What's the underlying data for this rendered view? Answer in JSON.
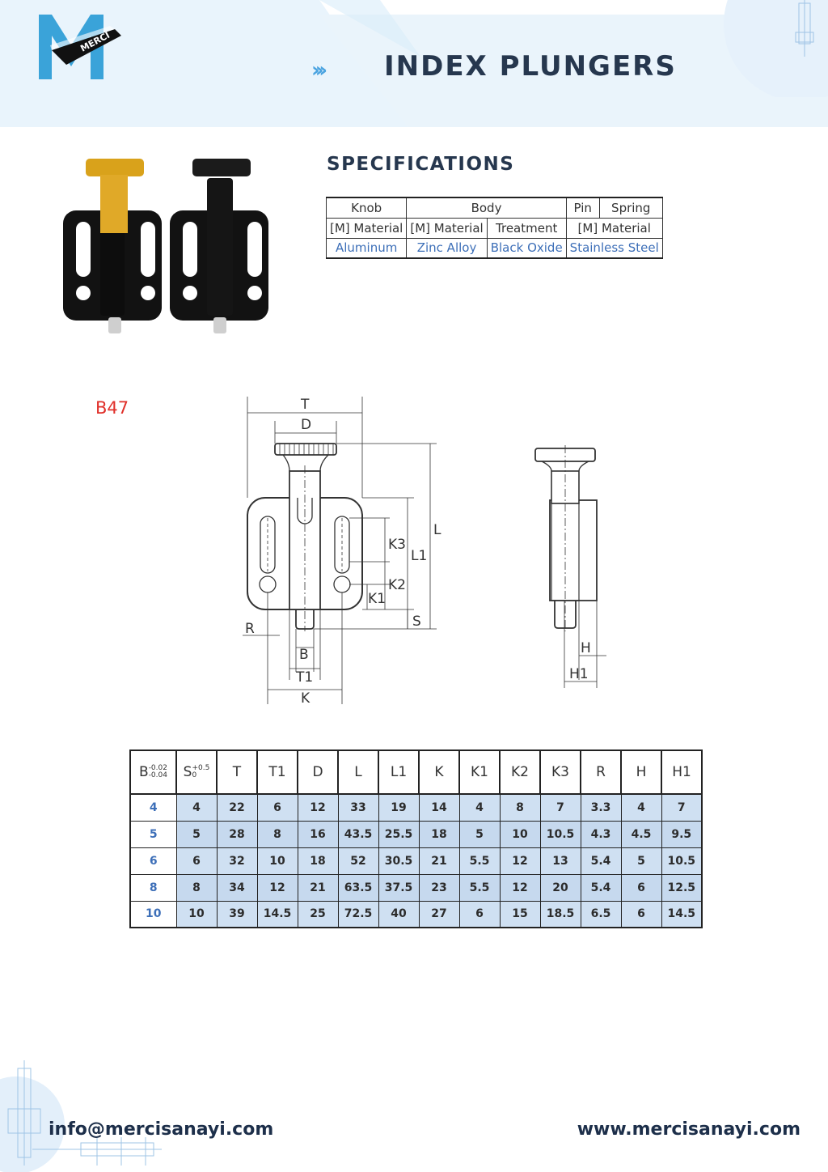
{
  "header": {
    "title": "INDEX PLUNGERS",
    "logo_text": "MERCI",
    "arrows": "›››"
  },
  "specs": {
    "heading": "SPECIFICATIONS",
    "row1": [
      "Knob",
      "Body",
      "Pin",
      "Spring"
    ],
    "row2": [
      "[M] Material",
      "[M] Material",
      "Treatment",
      "[M] Material"
    ],
    "row3": [
      "Aluminum",
      "Zinc Alloy",
      "Black Oxide",
      "Stainless Steel"
    ]
  },
  "model": "B47",
  "drawing": {
    "labels": {
      "T": "T",
      "D": "D",
      "L": "L",
      "L1": "L1",
      "K3": "K3",
      "K2": "K2",
      "K1": "K1",
      "S": "S",
      "R": "R",
      "B": "B",
      "T1": "T1",
      "K": "K",
      "H": "H",
      "H1": "H1"
    }
  },
  "table": {
    "b_header": {
      "name": "B",
      "upper": "-0.02",
      "lower": "-0.04"
    },
    "s_header": {
      "name": "S",
      "upper": "+0.5",
      "lower": "0"
    },
    "headers": [
      "T",
      "T1",
      "D",
      "L",
      "L1",
      "K",
      "K1",
      "K2",
      "K3",
      "R",
      "H",
      "H1"
    ],
    "rows": [
      [
        "4",
        "4",
        "22",
        "6",
        "12",
        "33",
        "19",
        "14",
        "4",
        "8",
        "7",
        "3.3",
        "4",
        "7"
      ],
      [
        "5",
        "5",
        "28",
        "8",
        "16",
        "43.5",
        "25.5",
        "18",
        "5",
        "10",
        "10.5",
        "4.3",
        "4.5",
        "9.5"
      ],
      [
        "6",
        "6",
        "32",
        "10",
        "18",
        "52",
        "30.5",
        "21",
        "5.5",
        "12",
        "13",
        "5.4",
        "5",
        "10.5"
      ],
      [
        "8",
        "8",
        "34",
        "12",
        "21",
        "63.5",
        "37.5",
        "23",
        "5.5",
        "12",
        "20",
        "5.4",
        "6",
        "12.5"
      ],
      [
        "10",
        "10",
        "39",
        "14.5",
        "25",
        "72.5",
        "40",
        "27",
        "6",
        "15",
        "18.5",
        "6.5",
        "6",
        "14.5"
      ]
    ]
  },
  "footer": {
    "email": "info@mercisanayi.com",
    "website": "www.mercisanayi.com"
  },
  "colors": {
    "navy": "#26374e",
    "accent_blue": "#4aa3e0",
    "table_fill": "#cfe0f2",
    "model_red": "#e0302a",
    "knob_gold": "#d9a21b"
  }
}
